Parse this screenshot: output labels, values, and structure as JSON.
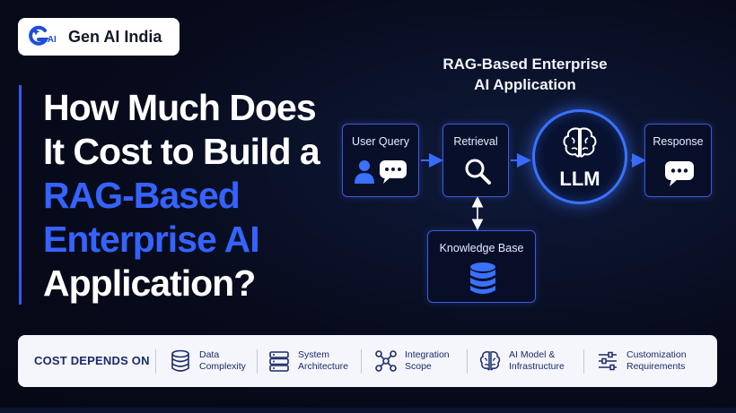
{
  "logo": {
    "mark_suffix": ".AI",
    "brand_name": "Gen AI India"
  },
  "headline": {
    "lines": [
      {
        "text": "How Much Does",
        "highlight": false
      },
      {
        "text": "It Cost to Build a",
        "highlight": false
      },
      {
        "text": "RAG-Based",
        "highlight": true
      },
      {
        "text": "Enterprise AI",
        "highlight": true
      },
      {
        "text": "Application?",
        "highlight": false
      }
    ]
  },
  "diagram": {
    "title_line1": "RAG-Based Enterprise",
    "title_line2": "AI Application",
    "nodes": {
      "user_query": "User Query",
      "retrieval": "Retrieval",
      "llm": "LLM",
      "response": "Response",
      "knowledge_base": "Knowledge Base"
    }
  },
  "cost_bar": {
    "heading": "COST DEPENDS ON",
    "factors": [
      {
        "label": "Data\nComplexity",
        "icon": "database-icon"
      },
      {
        "label": "System\nArchitecture",
        "icon": "server-icon"
      },
      {
        "label": "Integration\nScope",
        "icon": "network-icon"
      },
      {
        "label": "AI Model &\nInfrastructure",
        "icon": "brain-icon"
      },
      {
        "label": "Customization\nRequirements",
        "icon": "sliders-icon"
      }
    ]
  },
  "colors": {
    "accent_blue": "#3563ff",
    "background": "#070b1c",
    "navy_text": "#1c2a6b"
  }
}
